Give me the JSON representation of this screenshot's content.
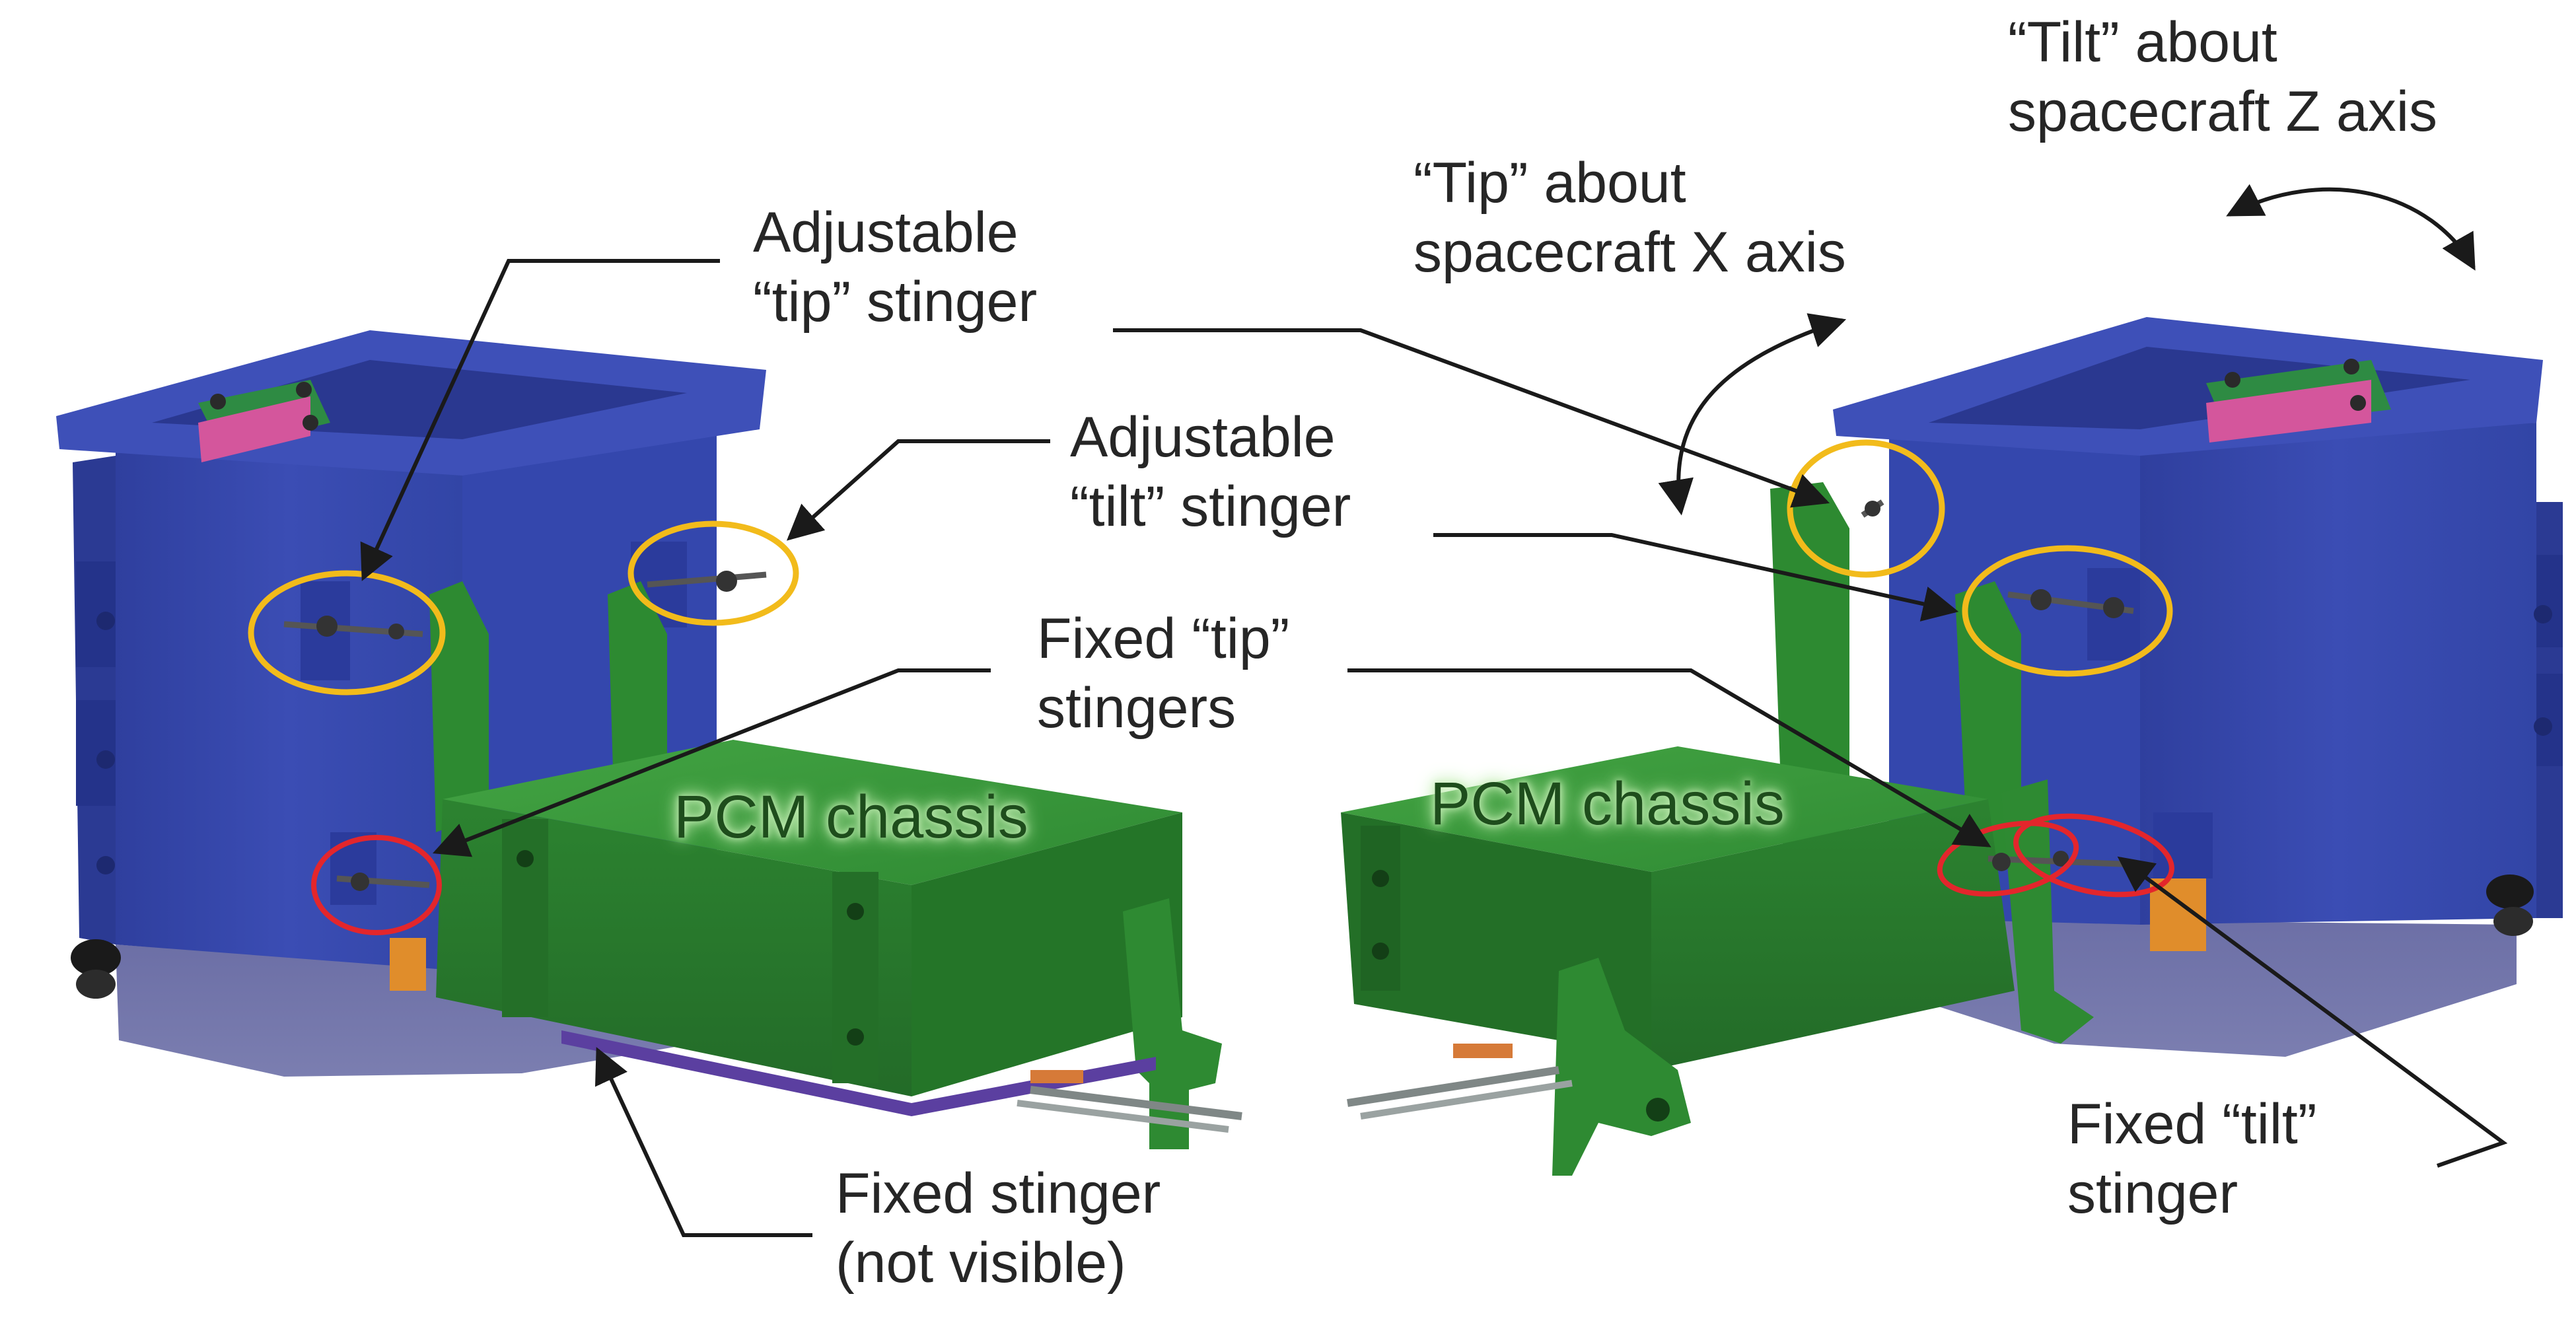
{
  "labels": {
    "adj_tip": "Adjustable\n“tip” stinger",
    "adj_tilt": "Adjustable\n“tilt” stinger",
    "fixed_tip": "Fixed “tip”\nstingers",
    "fixed_stinger": "Fixed stinger\n(not visible)",
    "tip_axis": "“Tip” about\nspacecraft X axis",
    "tilt_axis": "“Tilt” about\nspacecraft Z axis",
    "fixed_tilt": "Fixed “tilt”\nstinger",
    "pcm_left": "PCM chassis",
    "pcm_right": "PCM chassis"
  },
  "colors": {
    "housing_blue": "#3a4cb0",
    "chassis_green": "#2f8a33",
    "adjustable_marker": "#f2bb1b",
    "fixed_marker": "#e3262c",
    "leader_line": "#1a1a1a"
  }
}
